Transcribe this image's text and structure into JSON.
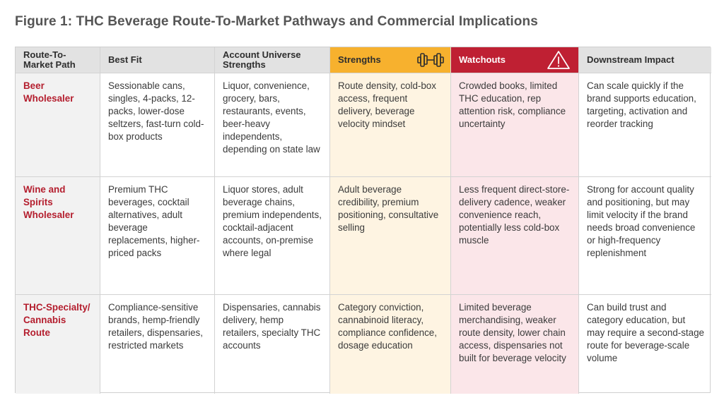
{
  "figure": {
    "title": "Figure 1: THC Beverage Route-To-Market Pathways and Commercial Implications"
  },
  "table": {
    "headers": [
      {
        "label": "Route-To-Market Path",
        "icon": ""
      },
      {
        "label": "Best Fit",
        "icon": ""
      },
      {
        "label": "Account Universe Strengths",
        "icon": ""
      },
      {
        "label": "Strengths",
        "icon": "dumbbell-icon"
      },
      {
        "label": "Watchouts",
        "icon": "warning-icon"
      },
      {
        "label": "Downstream Impact",
        "icon": ""
      }
    ],
    "rows": [
      {
        "path": "Beer Wholesaler",
        "best_fit": "Sessionable cans, singles, 4-packs, 12-packs, lower-dose seltzers, fast-turn cold-box products",
        "account_universe": "Liquor, convenience, grocery, bars, restaurants, events, beer-heavy independents, depending on state law",
        "strengths": "Route density, cold-box access, frequent delivery, beverage velocity mindset",
        "watchouts": "Crowded books, limited THC education, rep attention risk, compliance uncertainty",
        "downstream": "Can scale quickly if the brand supports education, targeting, activation and reorder tracking"
      },
      {
        "path": "Wine and Spirits Wholesaler",
        "best_fit": "Premium THC beverages, cocktail alternatives, adult beverage replacements, higher-priced packs",
        "account_universe": "Liquor stores, adult beverage chains, premium independents, cocktail-adjacent accounts, on-premise where legal",
        "strengths": "Adult beverage credibility, premium positioning, consultative selling",
        "watchouts": "Less frequent direct-store-delivery cadence, weaker convenience reach, potentially less cold-box muscle",
        "downstream": "Strong for account quality and positioning, but may limit velocity if the brand needs broad convenience or high-frequency replenishment"
      },
      {
        "path": "THC-Specialty/ Cannabis Route",
        "best_fit": "Compliance-sensitive brands, hemp-friendly retailers, dispensaries, restricted markets",
        "account_universe": "Dispensaries, cannabis delivery, hemp retailers, specialty THC accounts",
        "strengths": "Category conviction, cannabinoid literacy, compliance confidence, dosage education",
        "watchouts": "Limited beverage merchandising, weaker route density, lower chain access, dispensaries not built for beverage velocity",
        "downstream": "Can build trust and category education, but may require a second-stage route for beverage-scale volume"
      }
    ]
  }
}
